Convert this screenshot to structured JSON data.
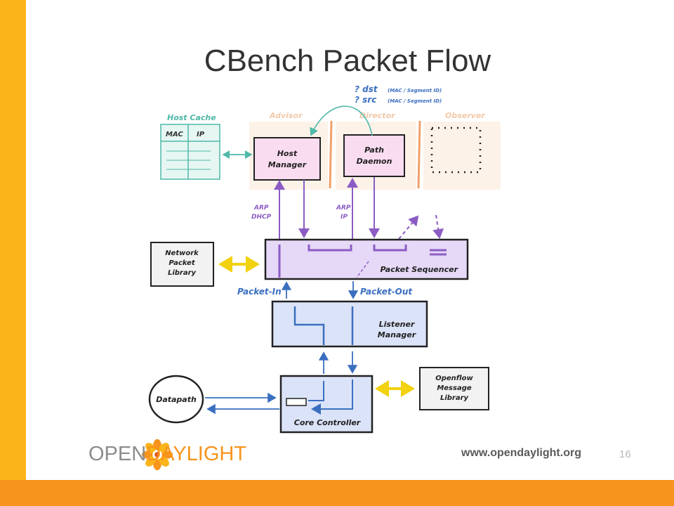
{
  "slide": {
    "title": "CBench Packet Flow",
    "page_number": "16",
    "url": "www.opendaylight.org",
    "logo": {
      "part1": "OPEN",
      "part2": "DAYLIGHT"
    }
  },
  "diagram": {
    "host_cache": {
      "label": "Host Cache",
      "col1": "MAC",
      "col2": "IP"
    },
    "tiers": {
      "advisor": "Advisor",
      "director": "Director",
      "observer": "Observer"
    },
    "host_manager": {
      "line1": "Host",
      "line2": "Manager"
    },
    "path_daemon": {
      "line1": "Path",
      "line2": "Daemon"
    },
    "dst_note": {
      "q": "? dst",
      "detail": "(MAC / Segment ID)"
    },
    "src_note": {
      "q": "? src",
      "detail": "(MAC / Segment ID)"
    },
    "arp_dhcp": {
      "line1": "ARP",
      "line2": "DHCP"
    },
    "arp_ip": {
      "line1": "ARP",
      "line2": "IP"
    },
    "network_packet_library": {
      "line1": "Network",
      "line2": "Packet",
      "line3": "Library"
    },
    "packet_sequencer": "Packet Sequencer",
    "packet_in": "Packet-In",
    "packet_out": "Packet-Out",
    "listener_manager": {
      "line1": "Listener",
      "line2": "Manager"
    },
    "datapath": "Datapath",
    "core_controller": "Core Controller",
    "openflow_message_library": {
      "line1": "Openflow",
      "line2": "Message",
      "line3": "Library"
    }
  },
  "colors": {
    "left_bar": "#fbb41a",
    "bottom_bar": "#f7941d",
    "teal": "#4fb8a8",
    "purple": "#8c5cc4",
    "blue": "#3a6fc0",
    "yellow": "#f2d10f"
  }
}
